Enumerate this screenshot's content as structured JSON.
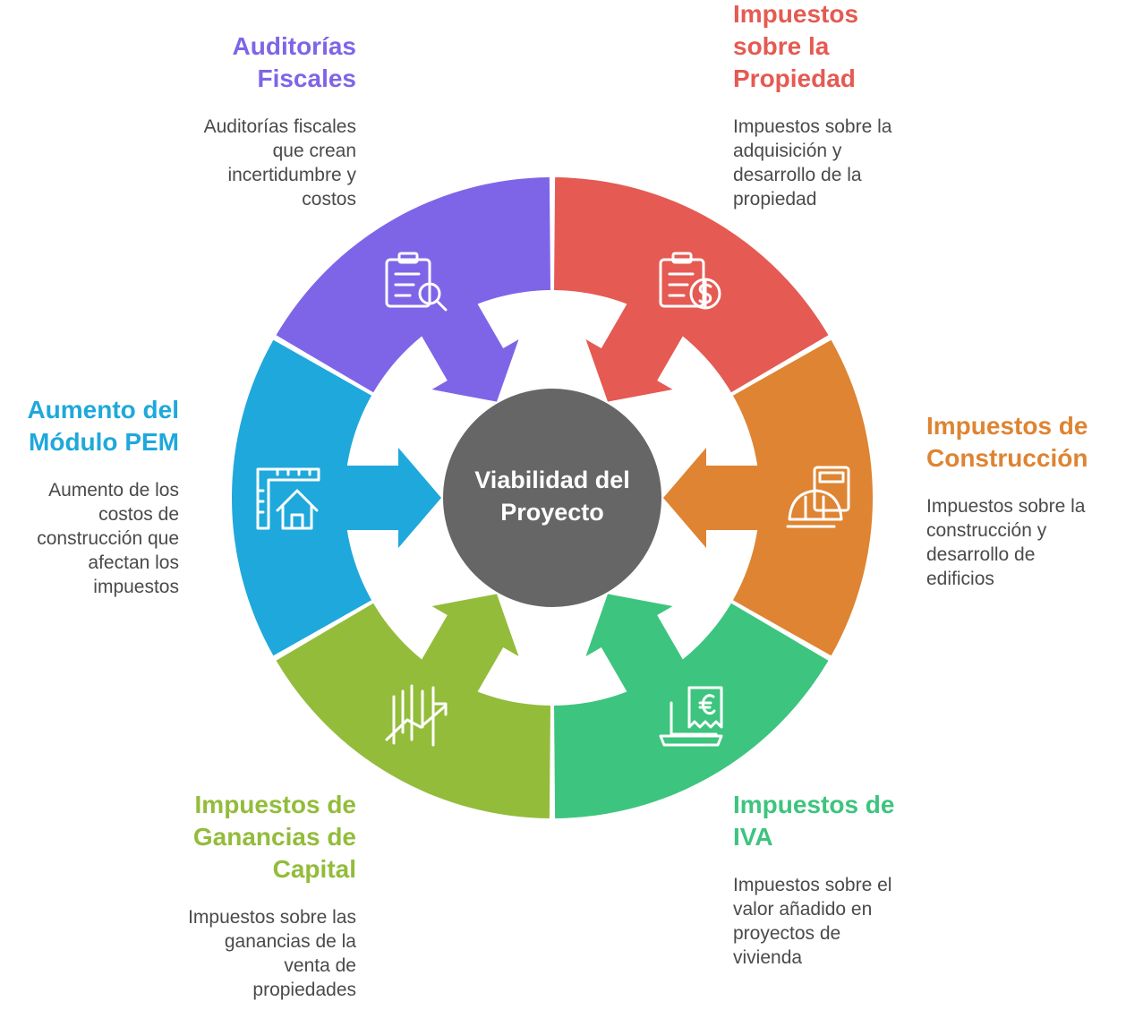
{
  "center": {
    "line1": "Viabilidad del",
    "line2": "Proyecto",
    "color": "#666666"
  },
  "segments": [
    {
      "id": "auditorias",
      "title_lines": [
        "Auditorías",
        "Fiscales"
      ],
      "desc_lines": [
        "Auditorías fiscales",
        "que crean",
        "incertidumbre y",
        "costos"
      ],
      "color": "#7E65E8",
      "icon": "clipboard-search-icon"
    },
    {
      "id": "propiedad",
      "title_lines": [
        "Impuestos",
        "sobre la",
        "Propiedad"
      ],
      "desc_lines": [
        "Impuestos sobre la",
        "adquisición y",
        "desarrollo de la",
        "propiedad"
      ],
      "color": "#E55A52",
      "icon": "clipboard-dollar-icon"
    },
    {
      "id": "construccion",
      "title_lines": [
        "Impuestos de",
        "Construcción"
      ],
      "desc_lines": [
        "Impuestos sobre la",
        "construcción y",
        "desarrollo de",
        "edificios"
      ],
      "color": "#DE8432",
      "icon": "hardhat-calculator-icon"
    },
    {
      "id": "iva",
      "title_lines": [
        "Impuestos de",
        "IVA"
      ],
      "desc_lines": [
        "Impuestos sobre el",
        "valor añadido en",
        "proyectos de",
        "vivienda"
      ],
      "color": "#3DC47E",
      "icon": "laptop-euro-receipt-icon"
    },
    {
      "id": "ganancias",
      "title_lines": [
        "Impuestos de",
        "Ganancias de",
        "Capital"
      ],
      "desc_lines": [
        "Impuestos sobre las",
        "ganancias de la",
        "venta de",
        "propiedades"
      ],
      "color": "#93BC3B",
      "icon": "growth-chart-icon"
    },
    {
      "id": "pem",
      "title_lines": [
        "Aumento del",
        "Módulo PEM"
      ],
      "desc_lines": [
        "Aumento de los",
        "costos de",
        "construcción que",
        "afectan los",
        "impuestos"
      ],
      "color": "#1FA8DB",
      "icon": "ruler-house-icon"
    }
  ]
}
